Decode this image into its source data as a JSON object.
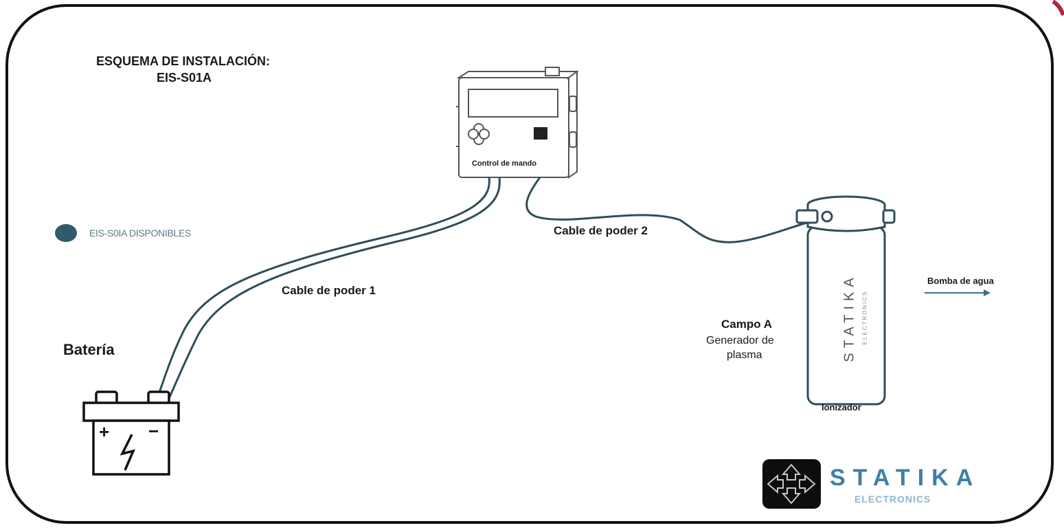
{
  "title": {
    "line1": "ESQUEMA DE INSTALACIÓN:",
    "line2": "EIS-S01A"
  },
  "legend": {
    "label": "EIS-S0IA DISPONIBLES",
    "color": "#2f5b6b"
  },
  "components": {
    "control": "Control de mando",
    "cable1": "Cable de poder 1",
    "cable2": "Cable de poder 2",
    "battery": "Batería",
    "battery_plus": "+",
    "battery_minus": "−",
    "ionizer_field": "Campo A",
    "ionizer_desc_1": "Generador de",
    "ionizer_desc_2": "plasma",
    "ionizer": "Ionizador",
    "ionizer_brand": "STATIKA",
    "ionizer_brand_sub": "ELECTRONICS",
    "pump": "Bomba de agua"
  },
  "brand": {
    "name": "STATIKA",
    "sub": "ELECTRONICS",
    "color": "#3f7fa8",
    "sub_color": "#8fb6cf"
  },
  "colors": {
    "line": "#111111",
    "accent": "#3f6f86",
    "border_accent": "#b0263a"
  }
}
